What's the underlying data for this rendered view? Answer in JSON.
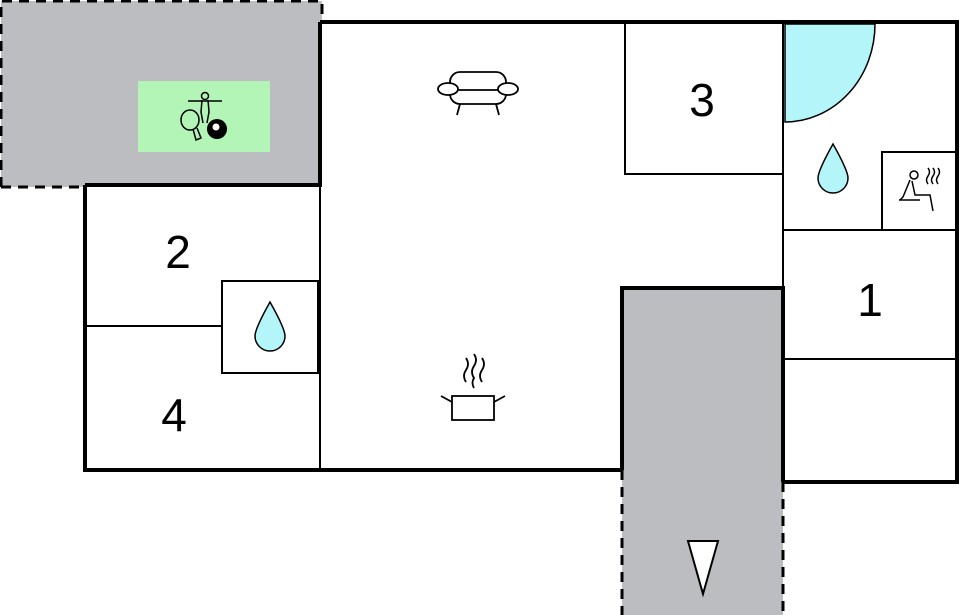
{
  "floorplan": {
    "rooms": [
      {
        "id": "room-1",
        "label": "1"
      },
      {
        "id": "room-2",
        "label": "2"
      },
      {
        "id": "room-3",
        "label": "3"
      },
      {
        "id": "room-4",
        "label": "4"
      }
    ],
    "icons": [
      "sofa-icon",
      "cooking-pot-icon",
      "water-drop-icon",
      "sauna-icon",
      "table-tennis-foosball-billiards-icon",
      "entrance-arrow-icon",
      "shower-area"
    ],
    "colors": {
      "outdoor_gray": "#bcbdc0",
      "games_green": "#b3f5b6",
      "water_blue": "#b3f5f8",
      "wall": "#000000"
    }
  }
}
